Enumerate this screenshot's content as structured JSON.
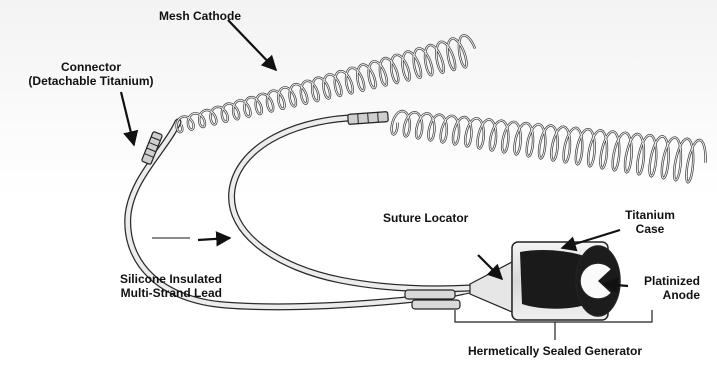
{
  "labels": {
    "mesh_cathode": "Mesh Cathode",
    "connector_line1": "Connector",
    "connector_line2": "(Detachable Titanium)",
    "suture_locator": "Suture Locator",
    "titanium_case_line1": "Titanium",
    "titanium_case_line2": "Case",
    "silicone_lead_line1": "Silicone Insulated",
    "silicone_lead_line2": "Multi-Strand Lead",
    "platinized_anode_line1": "Platinized",
    "platinized_anode_line2": "Anode",
    "hermetic_generator": "Hermetically Sealed Generator"
  },
  "colors": {
    "outline": "#2a2a2a",
    "lead_fill": "#ececec",
    "case_dark": "#1a1a1a",
    "arrow": "#111111"
  }
}
